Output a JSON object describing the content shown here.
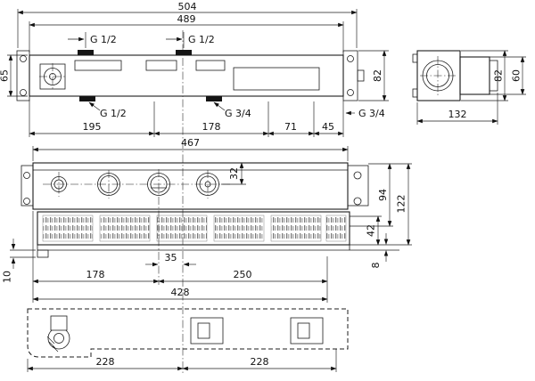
{
  "drawing": {
    "title": "installation-dimension-drawing",
    "colors": {
      "line": "#1c1c1c",
      "background": "#ffffff"
    },
    "top": {
      "d504": "504",
      "d489": "489",
      "g_top1": "G 1/2",
      "g_top2": "G 1/2",
      "d65": "65",
      "d82": "82",
      "g_bot1": "G 1/2",
      "g_bot2": "G 3/4",
      "g_bot3": "G 3/4",
      "d195": "195",
      "d178": "178",
      "d71": "71",
      "d45": "45"
    },
    "side": {
      "d82": "82",
      "d60": "60",
      "d132": "132"
    },
    "front": {
      "d467": "467",
      "d32": "32",
      "d94": "94",
      "d122": "122",
      "d42": "42",
      "d8": "8",
      "d35": "35",
      "d10": "10",
      "d178": "178",
      "d250": "250",
      "d428": "428"
    },
    "bottom": {
      "d228a": "228",
      "d228b": "228"
    }
  }
}
